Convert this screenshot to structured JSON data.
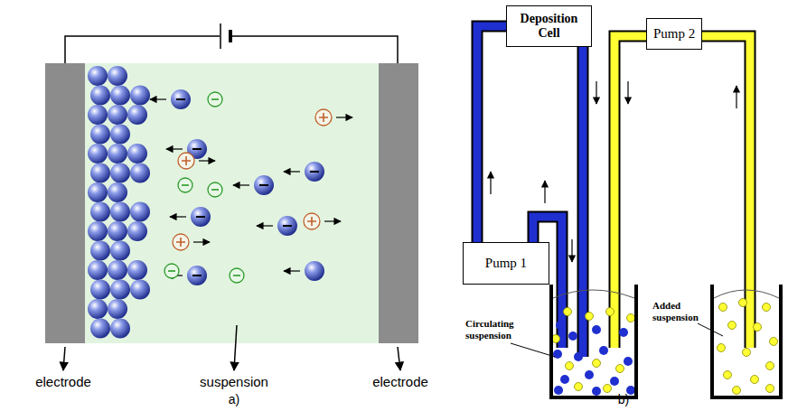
{
  "diagram": {
    "nodes": [
      {
        "text": [
          "Deposition Cell"
        ]
      },
      {
        "text": [
          "Pump 1"
        ]
      },
      {
        "text": [
          "Pump 2"
        ]
      }
    ],
    "edges": [
      {
        "from": 1,
        "to": 0,
        "arrow": "none"
      }
    ],
    "labels": [
      "electrode",
      "suspension",
      "electrode",
      "a)",
      "Circulating suspension",
      "Added suspension",
      "b)"
    ]
  }
}
